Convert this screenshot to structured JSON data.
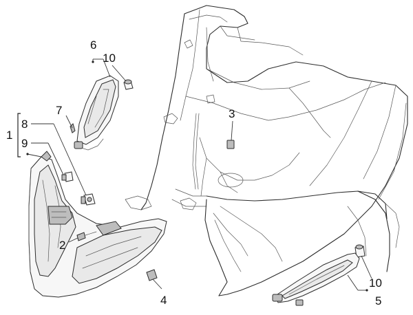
{
  "diagram": {
    "labels": [
      {
        "id": "label-1",
        "text": "1"
      },
      {
        "id": "label-2",
        "text": "2"
      },
      {
        "id": "label-3",
        "text": "3"
      },
      {
        "id": "label-4",
        "text": "4"
      },
      {
        "id": "label-5",
        "text": "5"
      },
      {
        "id": "label-6",
        "text": "6"
      },
      {
        "id": "label-7",
        "text": "7"
      },
      {
        "id": "label-8",
        "text": "8"
      },
      {
        "id": "label-9",
        "text": "9"
      },
      {
        "id": "label-10-top",
        "text": "10"
      },
      {
        "id": "label-10-bottom",
        "text": "10"
      }
    ],
    "colors": {
      "stroke": "#2b2b2b",
      "shade": "#e9e9e9",
      "dark": "#bdbdbd",
      "text": "#111111"
    }
  }
}
